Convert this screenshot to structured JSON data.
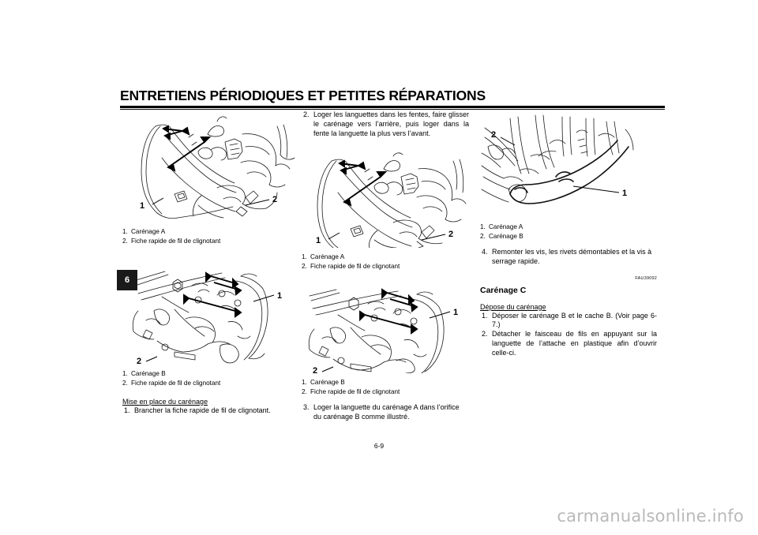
{
  "document": {
    "header_title": "ENTRETIENS PÉRIODIQUES ET PETITES RÉPARATIONS",
    "chapter_tab": "6",
    "page_number": "6-9",
    "watermark": "carmanualsonline.info"
  },
  "column1": {
    "figure1": {
      "name": "fairing-a-quick-connector-illustration",
      "labels": [
        "1",
        "2"
      ]
    },
    "legend1": [
      {
        "num": "1.",
        "text": "Carénage A"
      },
      {
        "num": "2.",
        "text": "Fiche rapide de fil de clignotant"
      }
    ],
    "figure2": {
      "name": "fairing-b-quick-connector-illustration",
      "labels": [
        "1",
        "2"
      ]
    },
    "legend2": [
      {
        "num": "1.",
        "text": "Carénage B"
      },
      {
        "num": "2.",
        "text": "Fiche rapide de fil de clignotant"
      }
    ],
    "subhead": "Mise en place du carénage",
    "steps": [
      {
        "marker": "1.",
        "text": "Brancher la fiche rapide de fil de clignotant."
      }
    ]
  },
  "column2": {
    "steps_top": [
      {
        "marker": "2.",
        "text": "Loger les languettes dans les fentes, faire glisser le carénage vers l’arrière, puis loger dans la fente la languette la plus vers l’avant."
      }
    ],
    "figure1": {
      "name": "fairing-a-install-illustration",
      "labels": [
        "1",
        "2"
      ]
    },
    "legend1": [
      {
        "num": "1.",
        "text": "Carénage A"
      },
      {
        "num": "2.",
        "text": "Fiche rapide de fil de clignotant"
      }
    ],
    "figure2": {
      "name": "fairing-b-install-illustration",
      "labels": [
        "1",
        "2"
      ]
    },
    "legend2": [
      {
        "num": "1.",
        "text": "Carénage B"
      },
      {
        "num": "2.",
        "text": "Fiche rapide de fil de clignotant"
      }
    ],
    "steps_bottom": [
      {
        "marker": "3.",
        "text": "Loger la languette du carénage A dans l’orifice du carénage B comme illustré."
      }
    ]
  },
  "column3": {
    "figure1": {
      "name": "fairing-a-b-tab-detail-illustration",
      "labels": [
        "1",
        "2"
      ]
    },
    "legend1": [
      {
        "num": "1.",
        "text": "Carénage A"
      },
      {
        "num": "2.",
        "text": "Carénage B"
      }
    ],
    "steps_top": [
      {
        "marker": "4.",
        "text": "Remonter les vis, les rivets démontables et la vis à serrage rapide."
      }
    ],
    "ref_code": "FAU39092",
    "section_title": "Carénage C",
    "subhead": "Dépose du carénage",
    "steps_bottom": [
      {
        "marker": "1.",
        "text": "Déposer le carénage B et le cache B. (Voir page 6-7.)"
      },
      {
        "marker": "2.",
        "text": "Détacher le faisceau de fils en appuyant sur la languette de l’attache en plastique afin d’ouvrir celle-ci."
      }
    ]
  }
}
